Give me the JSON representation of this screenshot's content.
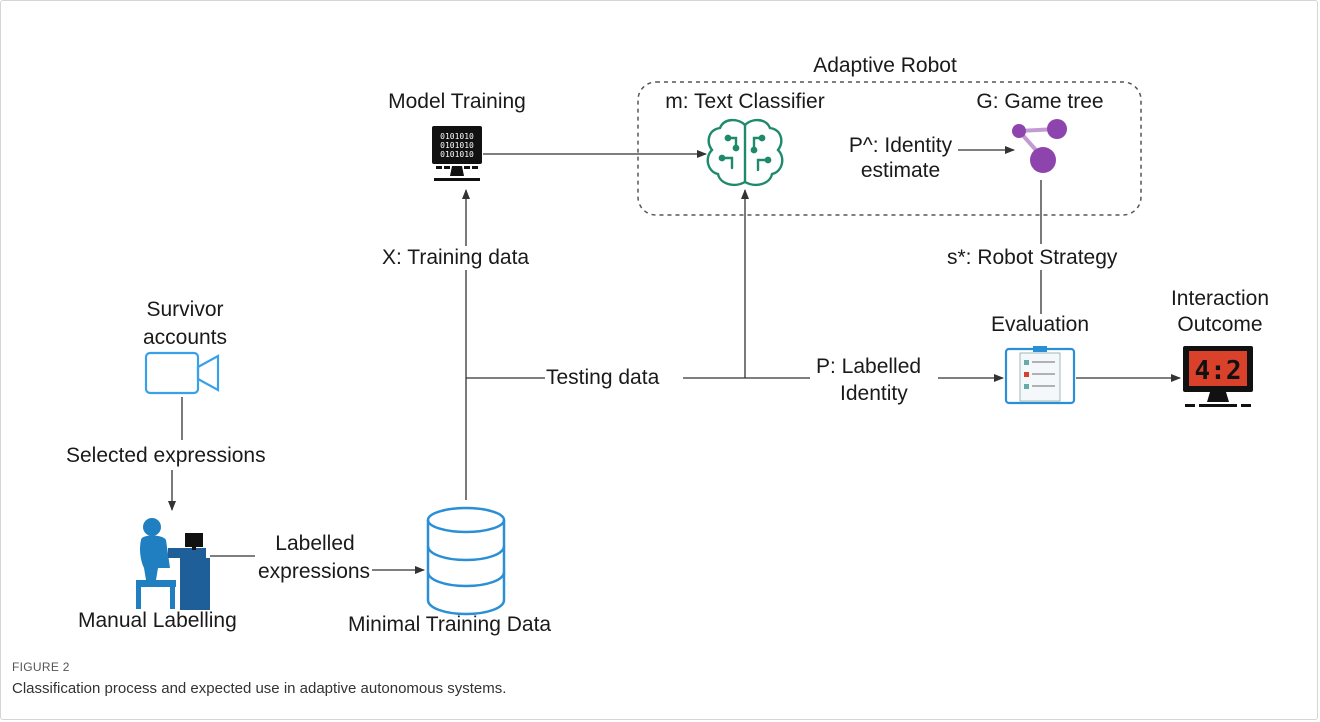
{
  "figure": {
    "label": "FIGURE 2",
    "caption": "Classification process and expected use in adaptive autonomous systems."
  },
  "diagram": {
    "group_title": "Adaptive Robot",
    "nodes": {
      "model_training": "Model Training",
      "text_classifier": "m: Text Classifier",
      "game_tree": "G: Game tree",
      "survivor_accounts_line1": "Survivor",
      "survivor_accounts_line2": "accounts",
      "manual_labelling": "Manual Labelling",
      "minimal_training_data": "Minimal Training Data",
      "evaluation": "Evaluation",
      "interaction_outcome_line1": "Interaction",
      "interaction_outcome_line2": "Outcome"
    },
    "edges": {
      "identity_estimate_line1": "P^: Identity",
      "identity_estimate_line2": "estimate",
      "training_data": "X: Training data",
      "robot_strategy": "s*: Robot Strategy",
      "selected_expressions": "Selected expressions",
      "labelled_expressions_line1": "Labelled",
      "labelled_expressions_line2": "expressions",
      "testing_data": "Testing data",
      "labelled_identity_line1": "P: Labelled",
      "labelled_identity_line2": "Identity"
    },
    "scoreboard": "4:2",
    "colors": {
      "classifier_green": "#1f8a6b",
      "game_tree_purple": "#8e44ad",
      "camera_blue": "#3aa0e8",
      "labelling_blue": "#1f7fc0",
      "database_blue": "#2b8fd6",
      "scoreboard_red": "#d9412b"
    }
  }
}
